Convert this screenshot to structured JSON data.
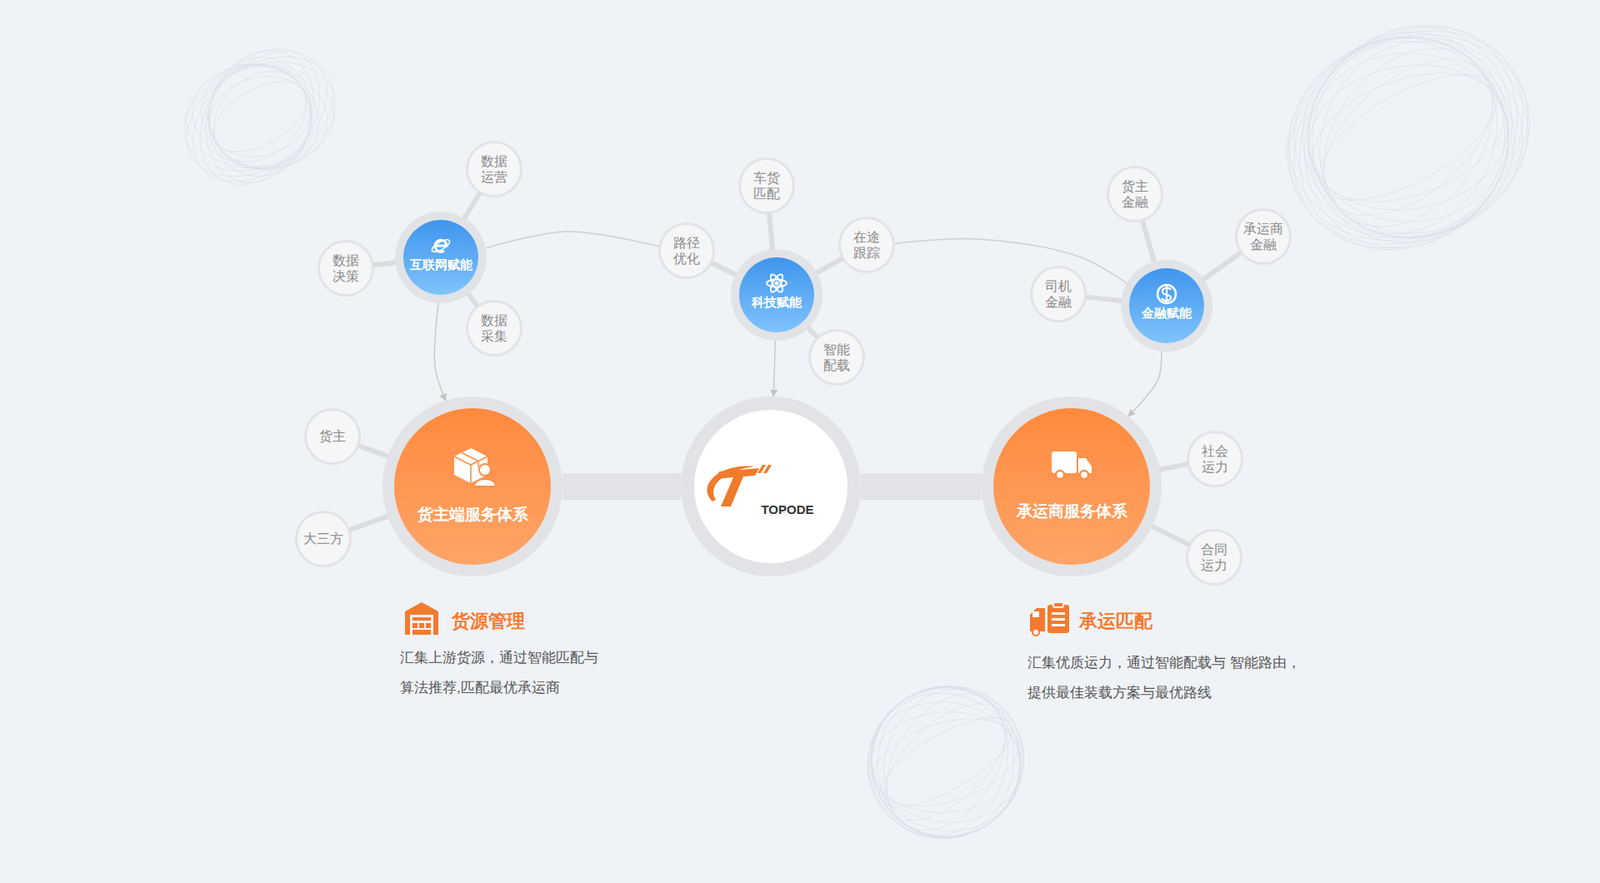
{
  "diagram": {
    "nodes": [
      {
        "text": [
          "数据 运营"
        ]
      },
      {
        "text": [
          "车货 匹配"
        ]
      },
      {
        "text": [
          "货主 金融"
        ]
      },
      {
        "text": [
          "承运商 金融"
        ]
      },
      {
        "text": [
          "在途 跟踪"
        ]
      },
      {
        "text": [
          "路径 优化"
        ]
      },
      {
        "text": [
          "互联网赋能"
        ]
      },
      {
        "text": [
          "数据 决策"
        ]
      },
      {
        "text": [
          "司机 金融"
        ]
      },
      {
        "text": [
          "科技赋能"
        ]
      },
      {
        "text": [
          "金融赋能"
        ]
      },
      {
        "text": [
          "数据 采集"
        ]
      },
      {
        "text": [
          "智能 配载"
        ]
      },
      {
        "text": [
          "货主"
        ]
      },
      {
        "text": [
          "社会 运力"
        ]
      },
      {
        "text": [
          "货主端服务体系"
        ]
      },
      {
        "text": [
          "TOPODE"
        ]
      },
      {
        "text": [
          "承运商服务体系"
        ]
      },
      {
        "text": [
          "大三方"
        ]
      },
      {
        "text": [
          "合同 运力"
        ]
      }
    ],
    "edges": [
      {
        "from": 6,
        "to": 0,
        "arrow": "none"
      },
      {
        "from": 6,
        "to": 7,
        "arrow": "none"
      },
      {
        "from": 6,
        "to": 11,
        "arrow": "none"
      },
      {
        "from": 9,
        "to": 1,
        "arrow": "none"
      },
      {
        "from": 9,
        "to": 5,
        "arrow": "none"
      },
      {
        "from": 9,
        "to": 4,
        "arrow": "none"
      },
      {
        "from": 9,
        "to": 12,
        "arrow": "none"
      },
      {
        "from": 10,
        "to": 2,
        "arrow": "none"
      },
      {
        "from": 10,
        "to": 3,
        "arrow": "none"
      },
      {
        "from": 10,
        "to": 8,
        "arrow": "none"
      },
      {
        "from": 15,
        "to": 13,
        "arrow": "none"
      },
      {
        "from": 15,
        "to": 18,
        "arrow": "none"
      },
      {
        "from": 17,
        "to": 14,
        "arrow": "none"
      },
      {
        "from": 17,
        "to": 19,
        "arrow": "none"
      },
      {
        "from": 15,
        "to": 16,
        "arrow": "none"
      },
      {
        "from": 16,
        "to": 17,
        "arrow": "none"
      },
      {
        "from": 6,
        "to": 15,
        "arrow": "to"
      },
      {
        "from": 9,
        "to": 16,
        "arrow": "to"
      },
      {
        "from": 10,
        "to": 17,
        "arrow": "to"
      },
      {
        "from": 6,
        "to": 5,
        "arrow": "none"
      },
      {
        "from": 4,
        "to": 10,
        "arrow": "none"
      }
    ],
    "labels": [
      "货源管理",
      "汇集上游货源，通过智能匹配与 算法推荐,匹配最优承运商",
      "承运匹配",
      "汇集优质运力，通过智能配载与 智能路由，提供最佳装载方案与最优路线"
    ]
  }
}
